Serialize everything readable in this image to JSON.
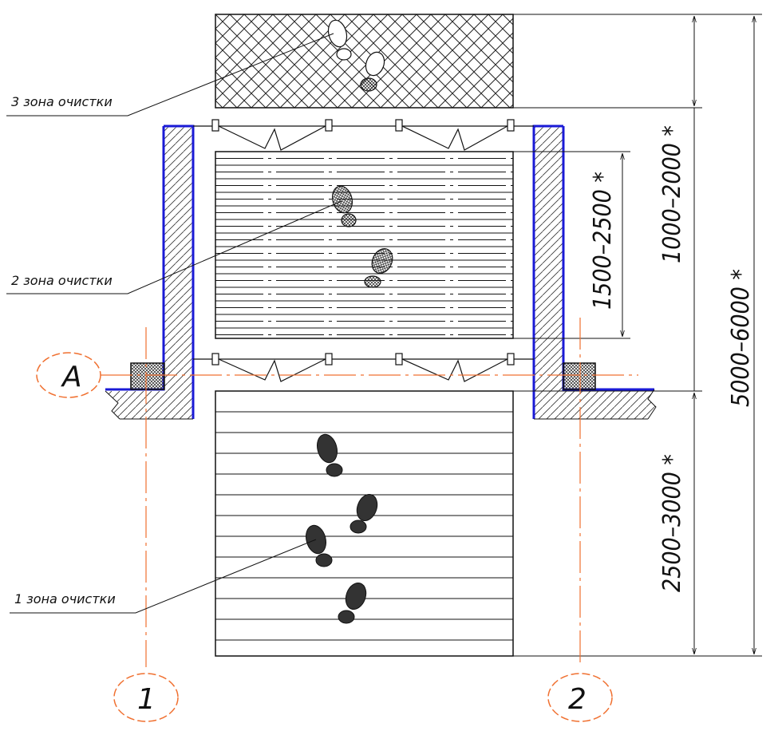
{
  "zones": {
    "zone3": "3 зона очистки",
    "zone2": "2 зона очистки",
    "zone1": "1 зона очистки"
  },
  "dimensions": {
    "d_1000_2000": "1000–2000 *",
    "d_1500_2500": "1500–2500 *",
    "d_5000_6000": "5000–6000 *",
    "d_2500_3000": "2500–3000 *"
  },
  "axes": {
    "axis_a": "А",
    "axis_1": "1",
    "axis_2": "2"
  },
  "colors": {
    "wall_outline": "#1a1ad6",
    "axis_lines": "#f07030",
    "ink": "#111111"
  }
}
